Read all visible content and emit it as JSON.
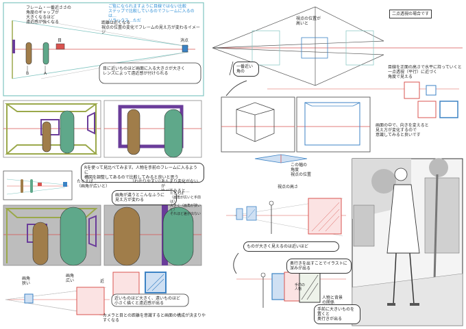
{
  "colors": {
    "red": "#d9534f",
    "blue": "#3b82c4",
    "green": "#5fa88a",
    "brown": "#a07d4a",
    "purple": "#6a3c9a",
    "olive": "#9aa84a",
    "teal_frame": "#7fc4c0"
  },
  "top_left": {
    "label_B": "B",
    "label_A": "A",
    "label_eye": "目",
    "label_vp": "消点",
    "note_left": "フレーム・一番近ささの\n角度のギャップが\n大きくなるほど\n遠近感が強くなる",
    "note_blue": "ご覧になられますように目線ではない比較\nステップで比較しているのでフレームに入るのは…\nリラックス…ただ",
    "note_mid": "距離は近くなる\n視点の位置の変化でフレームの見え方が変わるイメージ",
    "bubble_bottom": "目に近いものほど画面に入る大きさが大きく\nレンズによって遠近感が付けられる"
  },
  "row2": {
    "note_right": "たとえば\n（画角が広いと手前は）\n大きく（画角が狭いと）\nそれほど差が出ない",
    "bubble_top": "Rを使って見比べてみます。人物を手前のフレームに入るように\n構図を調整してあるので比較してみると良いと思う",
    "note_a": "たとえば\n（画角が広いと）",
    "note_b": "（わかりやすい）",
    "note_c": "あんまり変化がないが\n比べてみると…",
    "bubble_mid": "画角が違うとこんなふうに\n見え方が変わる"
  },
  "bottom_left": {
    "label_small": "画角\n狭い",
    "label_wide": "画角\n広い",
    "label_near": "近",
    "bubble": "近いものほど大きく、遠いものほど\n小さく描くと遠近感が出る",
    "note": "カメラと目との距離を意識すると画面の構成が決まりやすくなる"
  },
  "right_top": {
    "title_box": "二点透視の場合です",
    "note_top": "視点の位置が\n高いと",
    "note_left": "一番近い\n角の",
    "bubble_right": "目線を正面の高さで水平に持っていくと\n一点透視（平行）に近づく\n角度で見える",
    "bubble_mid": "画面の中で、向きを変えると\n見え方が変化するので\n意識してみると良いです",
    "label_under": "この幅の\n角度",
    "label_box": "視点の位置"
  },
  "right_bottom": {
    "note_top": "視点の高さ",
    "bubble_mid": "ものが大きく見えるのは近いほど",
    "bubble_low": "奥行きを出すことでイラストに\n深みが出る",
    "bubble_last": "手前に大きいものを置くと\n奥行きが出る",
    "label_a": "人物と背景\nの関係",
    "label_b": "手前の\n人物"
  }
}
